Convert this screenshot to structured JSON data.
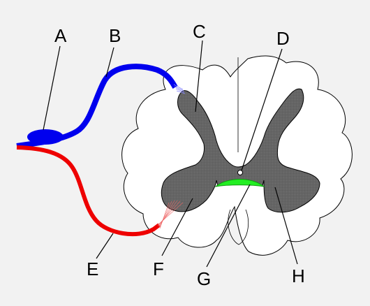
{
  "labels": {
    "A": "A",
    "B": "B",
    "C": "C",
    "D": "D",
    "E": "E",
    "F": "F",
    "G": "G",
    "H": "H"
  },
  "colors": {
    "background": "#f2f2f2",
    "white_matter": "#ffffff",
    "grey_matter": "#666666",
    "dorsal_root": "#0000ee",
    "ventral_root": "#ee0000",
    "commissure": "#22ee22",
    "outline": "#000000"
  }
}
